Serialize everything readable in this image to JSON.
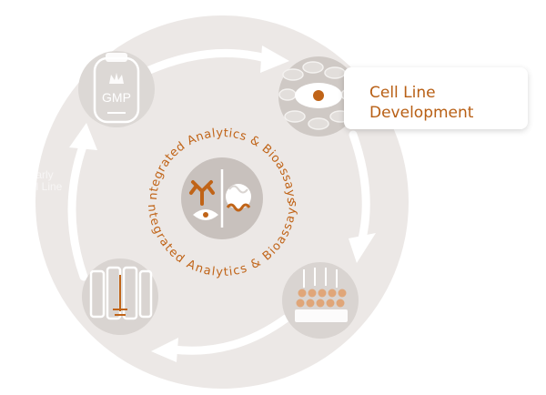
{
  "ring_text": "Integrated Analytics & Bioassays",
  "stations": {
    "gmp": {
      "label": "GMP"
    },
    "cell_line": {
      "label": "Cell Line Development"
    },
    "screening": {
      "label": ""
    },
    "bioreactor": {
      "label": ""
    }
  },
  "ghost_label": {
    "line1": "Early",
    "line2": "Cell Line"
  },
  "colors": {
    "accent": "#c06418",
    "ring": "#ece8e6",
    "icon_circle": "#d9d4d1",
    "hub": "#c8c1bd"
  }
}
